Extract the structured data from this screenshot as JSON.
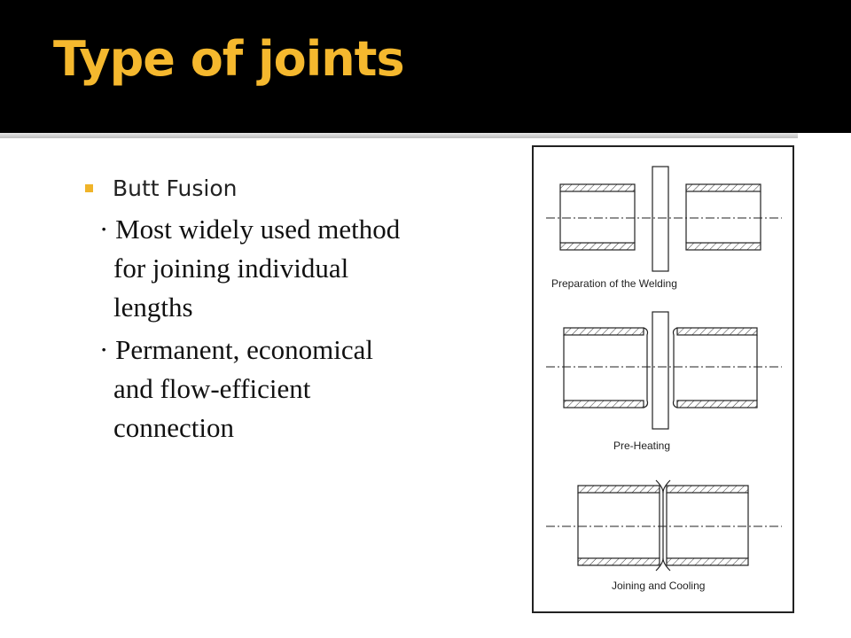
{
  "slide": {
    "title": "Type of joints",
    "bullet": {
      "label": "Butt Fusion",
      "subpoints": [
        {
          "lines": [
            "· Most widely used method",
            "for joining individual",
            "lengths"
          ]
        },
        {
          "lines": [
            "· Permanent, economical",
            "and flow-efficient",
            "connection"
          ]
        }
      ]
    }
  },
  "figure": {
    "captions": [
      "Preparation of the Welding",
      "Pre-Heating",
      "Joining and Cooling"
    ]
  },
  "colors": {
    "header_bg": "#000000",
    "title": "#f5b82e",
    "bullet": "#f0b429"
  }
}
